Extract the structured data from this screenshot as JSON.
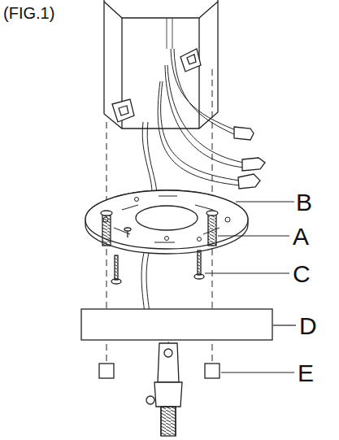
{
  "diagram": {
    "labels": [
      "(FIG.1)",
      "B",
      "A",
      "C",
      "D",
      "E"
    ]
  }
}
